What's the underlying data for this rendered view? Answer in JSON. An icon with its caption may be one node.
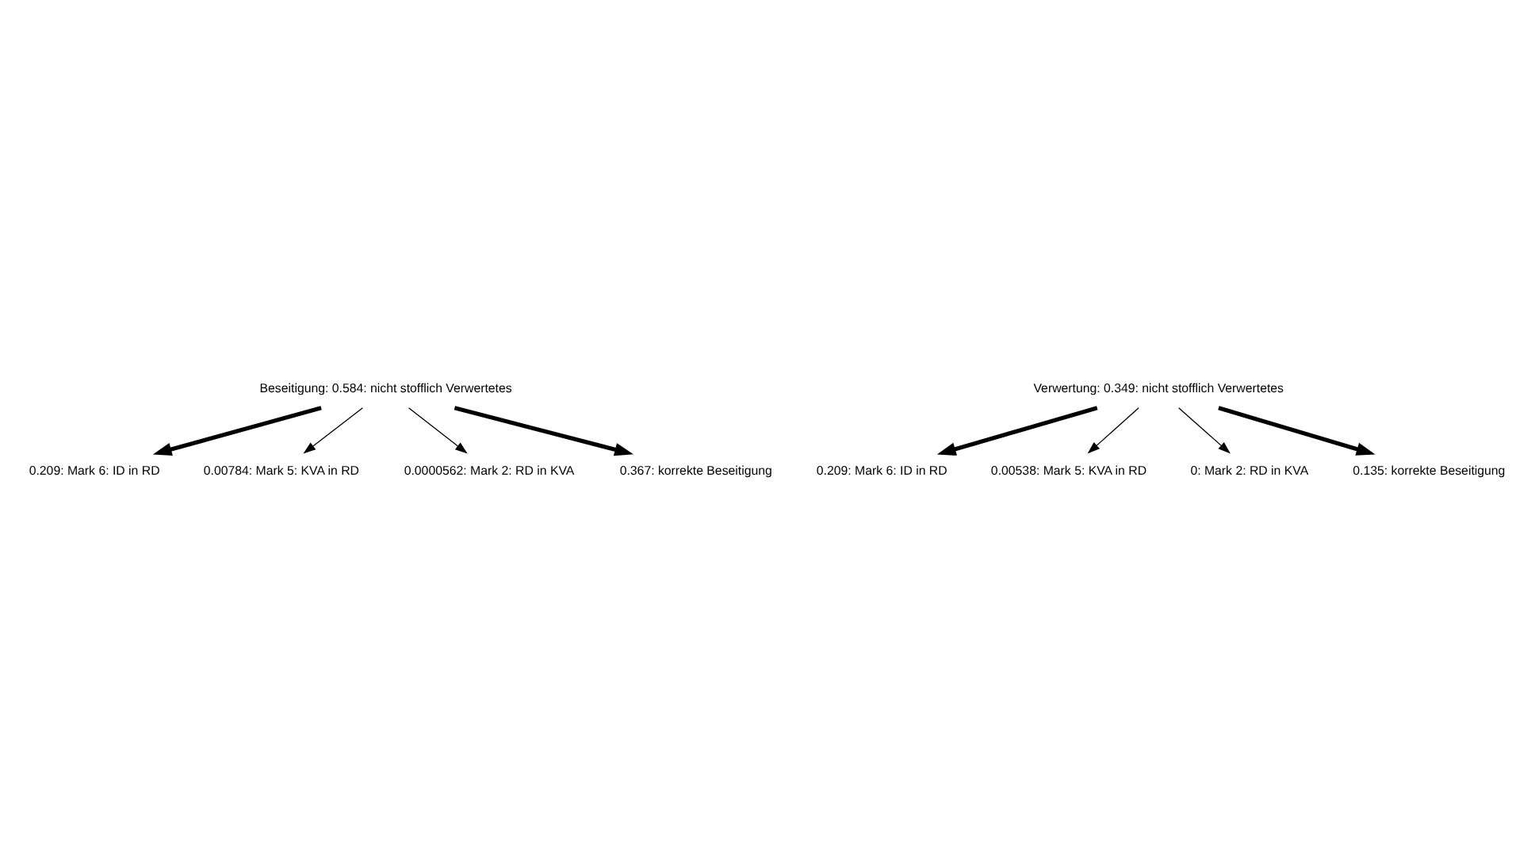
{
  "diagram": {
    "nodes": [
      {
        "text": [
          "Beseitigung: 0.584: nicht stofflich Verwertetes"
        ]
      },
      {
        "text": [
          "0.209: Mark 6: ID in RD"
        ]
      },
      {
        "text": [
          "0.00784: Mark 5: KVA in RD"
        ]
      },
      {
        "text": [
          "0.0000562: Mark 2: RD in KVA"
        ]
      },
      {
        "text": [
          "0.367: korrekte Beseitigung"
        ]
      },
      {
        "text": [
          "Verwertung: 0.349: nicht stofflich Verwertetes"
        ]
      },
      {
        "text": [
          "0.209: Mark 6: ID in RD"
        ]
      },
      {
        "text": [
          "0.00538: Mark 5: KVA in RD"
        ]
      },
      {
        "text": [
          "0: Mark 2: RD in KVA"
        ]
      },
      {
        "text": [
          "0.135: korrekte Beseitigung"
        ]
      }
    ],
    "edges": [
      {
        "from": 0,
        "to": 1,
        "arrow": "to",
        "style": "thick"
      },
      {
        "from": 0,
        "to": 2,
        "arrow": "to"
      },
      {
        "from": 0,
        "to": 3,
        "arrow": "to"
      },
      {
        "from": 0,
        "to": 4,
        "arrow": "to",
        "style": "thick"
      },
      {
        "from": 5,
        "to": 6,
        "arrow": "to",
        "style": "thick"
      },
      {
        "from": 5,
        "to": 7,
        "arrow": "to"
      },
      {
        "from": 5,
        "to": 8,
        "arrow": "to"
      },
      {
        "from": 5,
        "to": 9,
        "arrow": "to",
        "style": "thick"
      }
    ]
  }
}
